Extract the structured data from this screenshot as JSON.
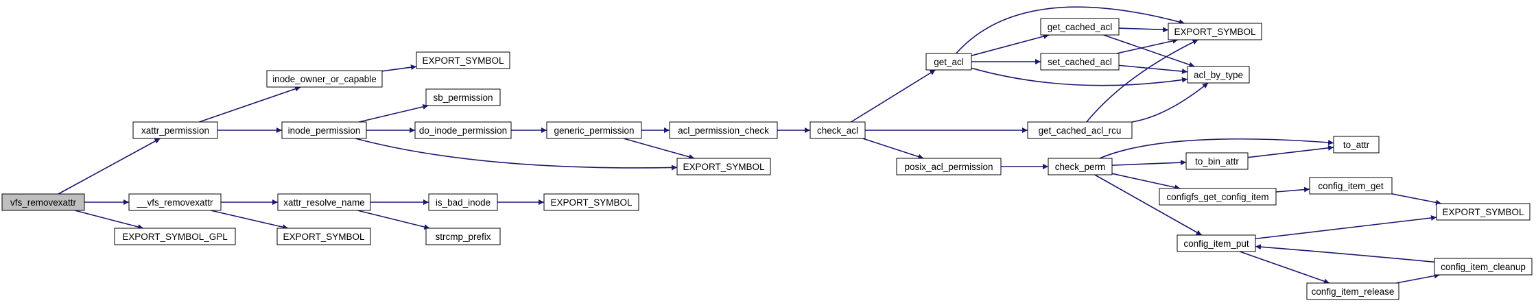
{
  "colors": {
    "edge": "#191970",
    "node_border": "#000000",
    "node_fill": "#ffffff",
    "root_fill": "#bfbfbf"
  },
  "nodes": [
    {
      "id": "vfs_removexattr",
      "label": "vfs_removexattr",
      "root": true
    },
    {
      "id": "xattr_permission",
      "label": "xattr_permission"
    },
    {
      "id": "__vfs_removexattr",
      "label": "__vfs_removexattr"
    },
    {
      "id": "export_symbol_gpl",
      "label": "EXPORT_SYMBOL_GPL"
    },
    {
      "id": "inode_owner_or_capable",
      "label": "inode_owner_or_capable"
    },
    {
      "id": "inode_permission",
      "label": "inode_permission"
    },
    {
      "id": "xattr_resolve_name",
      "label": "xattr_resolve_name"
    },
    {
      "id": "export_symbol_1",
      "label": "EXPORT_SYMBOL"
    },
    {
      "id": "export_symbol_2",
      "label": "EXPORT_SYMBOL"
    },
    {
      "id": "sb_permission",
      "label": "sb_permission"
    },
    {
      "id": "do_inode_permission",
      "label": "do_inode_permission"
    },
    {
      "id": "is_bad_inode",
      "label": "is_bad_inode"
    },
    {
      "id": "strcmp_prefix",
      "label": "strcmp_prefix"
    },
    {
      "id": "generic_permission",
      "label": "generic_permission"
    },
    {
      "id": "export_symbol_3",
      "label": "EXPORT_SYMBOL"
    },
    {
      "id": "acl_permission_check",
      "label": "acl_permission_check"
    },
    {
      "id": "export_symbol_4",
      "label": "EXPORT_SYMBOL"
    },
    {
      "id": "check_acl",
      "label": "check_acl"
    },
    {
      "id": "get_acl",
      "label": "get_acl"
    },
    {
      "id": "posix_acl_permission",
      "label": "posix_acl_permission"
    },
    {
      "id": "get_cached_acl",
      "label": "get_cached_acl"
    },
    {
      "id": "set_cached_acl",
      "label": "set_cached_acl"
    },
    {
      "id": "get_cached_acl_rcu",
      "label": "get_cached_acl_rcu"
    },
    {
      "id": "check_perm",
      "label": "check_perm"
    },
    {
      "id": "export_symbol_5",
      "label": "EXPORT_SYMBOL"
    },
    {
      "id": "acl_by_type",
      "label": "acl_by_type"
    },
    {
      "id": "to_bin_attr",
      "label": "to_bin_attr"
    },
    {
      "id": "to_attr",
      "label": "to_attr"
    },
    {
      "id": "configfs_get_config_item",
      "label": "configfs_get_config_item"
    },
    {
      "id": "config_item_get",
      "label": "config_item_get"
    },
    {
      "id": "export_symbol_6",
      "label": "EXPORT_SYMBOL"
    },
    {
      "id": "config_item_put",
      "label": "config_item_put"
    },
    {
      "id": "config_item_cleanup",
      "label": "config_item_cleanup"
    },
    {
      "id": "config_item_release",
      "label": "config_item_release"
    }
  ],
  "edges": [
    [
      "vfs_removexattr",
      "xattr_permission"
    ],
    [
      "vfs_removexattr",
      "__vfs_removexattr"
    ],
    [
      "vfs_removexattr",
      "export_symbol_gpl"
    ],
    [
      "xattr_permission",
      "inode_owner_or_capable"
    ],
    [
      "xattr_permission",
      "inode_permission"
    ],
    [
      "inode_owner_or_capable",
      "export_symbol_1"
    ],
    [
      "inode_permission",
      "sb_permission"
    ],
    [
      "inode_permission",
      "do_inode_permission"
    ],
    [
      "inode_permission",
      "export_symbol_4"
    ],
    [
      "do_inode_permission",
      "generic_permission"
    ],
    [
      "generic_permission",
      "acl_permission_check"
    ],
    [
      "generic_permission",
      "export_symbol_4"
    ],
    [
      "acl_permission_check",
      "check_acl"
    ],
    [
      "check_acl",
      "get_acl"
    ],
    [
      "check_acl",
      "get_cached_acl_rcu"
    ],
    [
      "check_acl",
      "posix_acl_permission"
    ],
    [
      "get_acl",
      "export_symbol_5"
    ],
    [
      "get_acl",
      "get_cached_acl"
    ],
    [
      "get_acl",
      "set_cached_acl"
    ],
    [
      "get_acl",
      "acl_by_type"
    ],
    [
      "get_cached_acl",
      "export_symbol_5"
    ],
    [
      "get_cached_acl",
      "acl_by_type"
    ],
    [
      "set_cached_acl",
      "export_symbol_5"
    ],
    [
      "set_cached_acl",
      "acl_by_type"
    ],
    [
      "get_cached_acl_rcu",
      "export_symbol_5"
    ],
    [
      "get_cached_acl_rcu",
      "acl_by_type"
    ],
    [
      "posix_acl_permission",
      "check_perm"
    ],
    [
      "check_perm",
      "to_attr"
    ],
    [
      "check_perm",
      "to_bin_attr"
    ],
    [
      "check_perm",
      "configfs_get_config_item"
    ],
    [
      "check_perm",
      "config_item_put"
    ],
    [
      "to_bin_attr",
      "to_attr"
    ],
    [
      "configfs_get_config_item",
      "config_item_get"
    ],
    [
      "config_item_get",
      "export_symbol_6"
    ],
    [
      "config_item_put",
      "export_symbol_6"
    ],
    [
      "config_item_put",
      "config_item_release"
    ],
    [
      "config_item_release",
      "config_item_cleanup"
    ],
    [
      "config_item_cleanup",
      "config_item_put"
    ],
    [
      "__vfs_removexattr",
      "xattr_resolve_name"
    ],
    [
      "__vfs_removexattr",
      "export_symbol_2"
    ],
    [
      "xattr_resolve_name",
      "is_bad_inode"
    ],
    [
      "xattr_resolve_name",
      "strcmp_prefix"
    ],
    [
      "is_bad_inode",
      "export_symbol_3"
    ]
  ]
}
